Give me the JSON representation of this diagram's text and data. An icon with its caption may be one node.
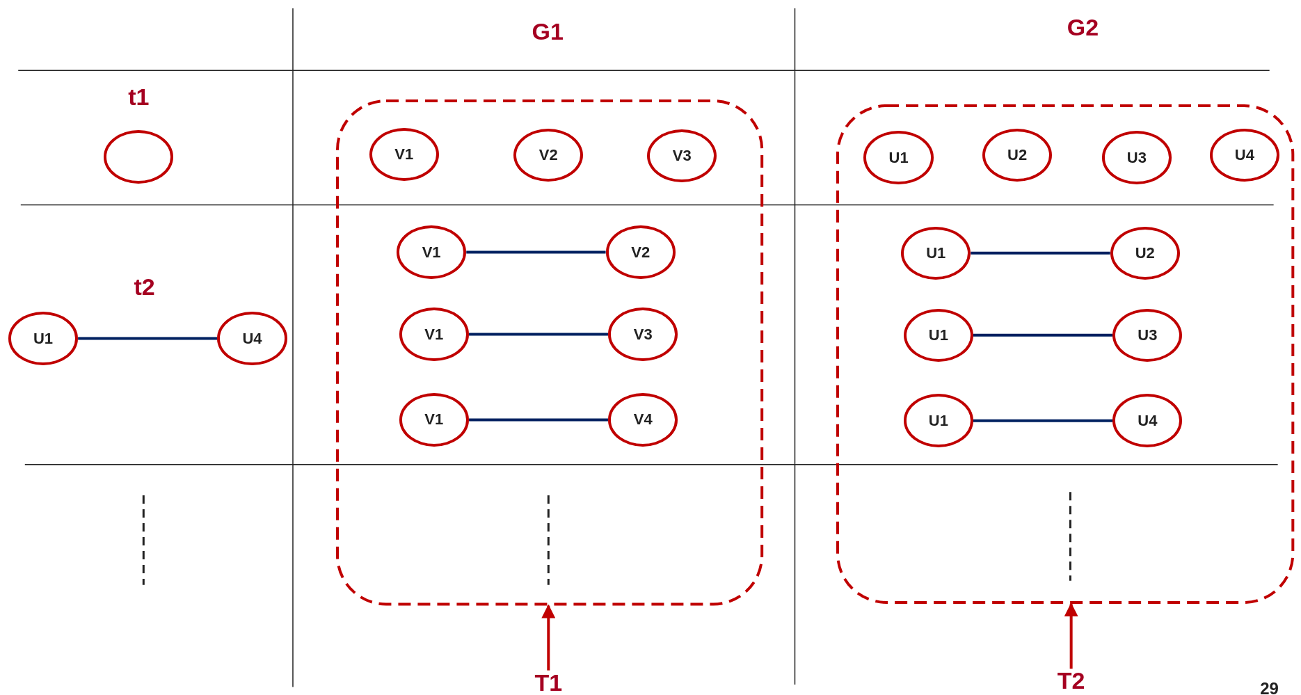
{
  "diagram": {
    "nodes": [
      {
        "text": [],
        "shape": "circle"
      },
      {
        "text": [],
        "shape": "box"
      },
      {
        "text": [
          "V1"
        ],
        "in": 1
      },
      {
        "text": [
          "V2"
        ],
        "in": 1
      },
      {
        "text": [
          "V3"
        ],
        "in": 1
      },
      {
        "text": [],
        "shape": "box"
      },
      {
        "text": [
          "U1"
        ],
        "in": 5
      },
      {
        "text": [
          "U2"
        ],
        "in": 5
      },
      {
        "text": [
          "U3"
        ],
        "in": 5
      },
      {
        "text": [
          "U4"
        ],
        "in": 5
      },
      {
        "text": [
          "U1"
        ]
      },
      {
        "text": [
          "U4"
        ]
      },
      {
        "text": [
          "V1"
        ],
        "in": 1
      },
      {
        "text": [
          "V2"
        ],
        "in": 1
      },
      {
        "text": [
          "V1"
        ],
        "in": 1
      },
      {
        "text": [
          "V3"
        ],
        "in": 1
      },
      {
        "text": [
          "V1"
        ],
        "in": 1
      },
      {
        "text": [
          "V4"
        ],
        "in": 1
      },
      {
        "text": [
          "U1"
        ],
        "in": 5
      },
      {
        "text": [
          "U2"
        ],
        "in": 5
      },
      {
        "text": [
          "U1"
        ],
        "in": 5
      },
      {
        "text": [
          "U3"
        ],
        "in": 5
      },
      {
        "text": [
          "U1"
        ],
        "in": 5
      },
      {
        "text": [
          "U4"
        ],
        "in": 5
      },
      {
        "text": [
          "T1"
        ]
      },
      {
        "text": [
          "T2"
        ]
      }
    ],
    "edges": [
      {
        "from": 10,
        "to": 11,
        "arrow": "none"
      },
      {
        "from": 12,
        "to": 13,
        "arrow": "none"
      },
      {
        "from": 14,
        "to": 15,
        "arrow": "none"
      },
      {
        "from": 16,
        "to": 17,
        "arrow": "none"
      },
      {
        "from": 18,
        "to": 19,
        "arrow": "none"
      },
      {
        "from": 20,
        "to": 21,
        "arrow": "none"
      },
      {
        "from": 22,
        "to": 23,
        "arrow": "none"
      },
      {
        "from": 24,
        "to": 1,
        "arrow": "to",
        "color": "#c00000"
      },
      {
        "from": 25,
        "to": 5,
        "arrow": "to",
        "color": "#c00000"
      }
    ],
    "labels": [
      "G1",
      "G2",
      "t1",
      "t2",
      "29"
    ]
  }
}
